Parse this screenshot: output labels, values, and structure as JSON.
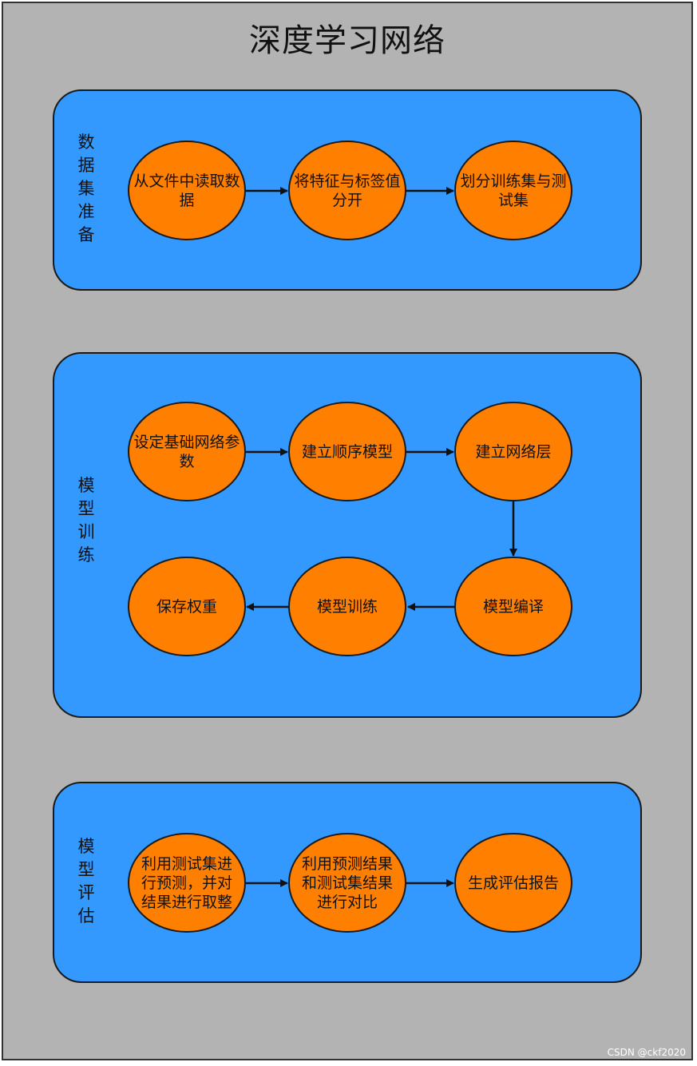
{
  "title": "深度学习网络",
  "sections": [
    {
      "label": "数据集准备",
      "nodes": [
        "从文件中读取数据",
        "将特征与标签值分开",
        "划分训练集与测试集"
      ]
    },
    {
      "label": "模型训练",
      "nodes": [
        "设定基础网络参数",
        "建立顺序模型",
        "建立网络层",
        "模型编译",
        "模型训练",
        "保存权重"
      ]
    },
    {
      "label": "模型评估",
      "nodes": [
        "利用测试集进行预测，并对结果进行取整",
        "利用预测结果和测试集结果进行对比",
        "生成评估报告"
      ]
    }
  ],
  "watermark": "CSDN @ckf2020",
  "colors": {
    "background": "#b3b3b3",
    "panel": "#3399ff",
    "node": "#ff8000",
    "border": "#1a1a1a"
  }
}
